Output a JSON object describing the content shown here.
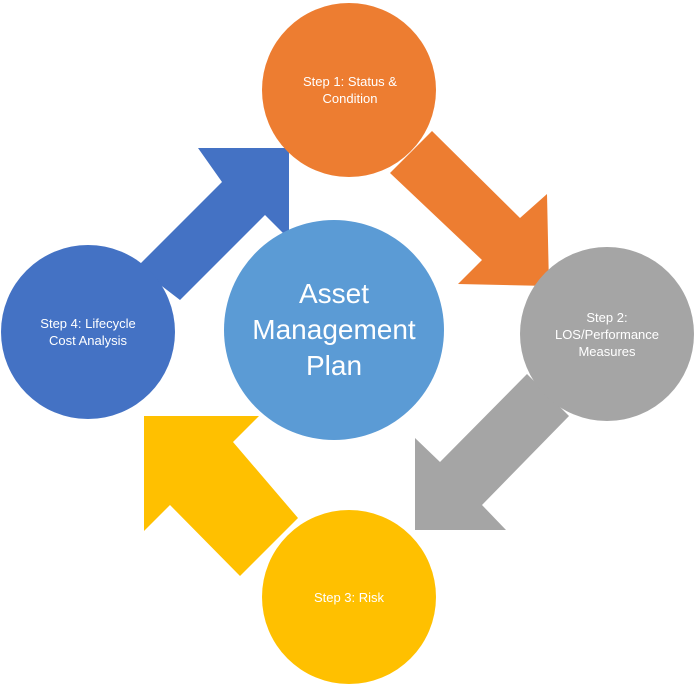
{
  "diagram": {
    "center": {
      "label": "Asset\nManagement\nPlan",
      "color": "#5b9bd5"
    },
    "steps": [
      {
        "id": "step1",
        "label": "Step 1:  Status &\nCondition",
        "color": "#ed7d31"
      },
      {
        "id": "step2",
        "label": "Step 2:\nLOS/Performance\nMeasures",
        "color": "#a5a5a5"
      },
      {
        "id": "step3",
        "label": "Step 3:  Risk",
        "color": "#ffc000"
      },
      {
        "id": "step4",
        "label": "Step 4:  Lifecycle\nCost Analysis",
        "color": "#4472c4"
      }
    ]
  }
}
